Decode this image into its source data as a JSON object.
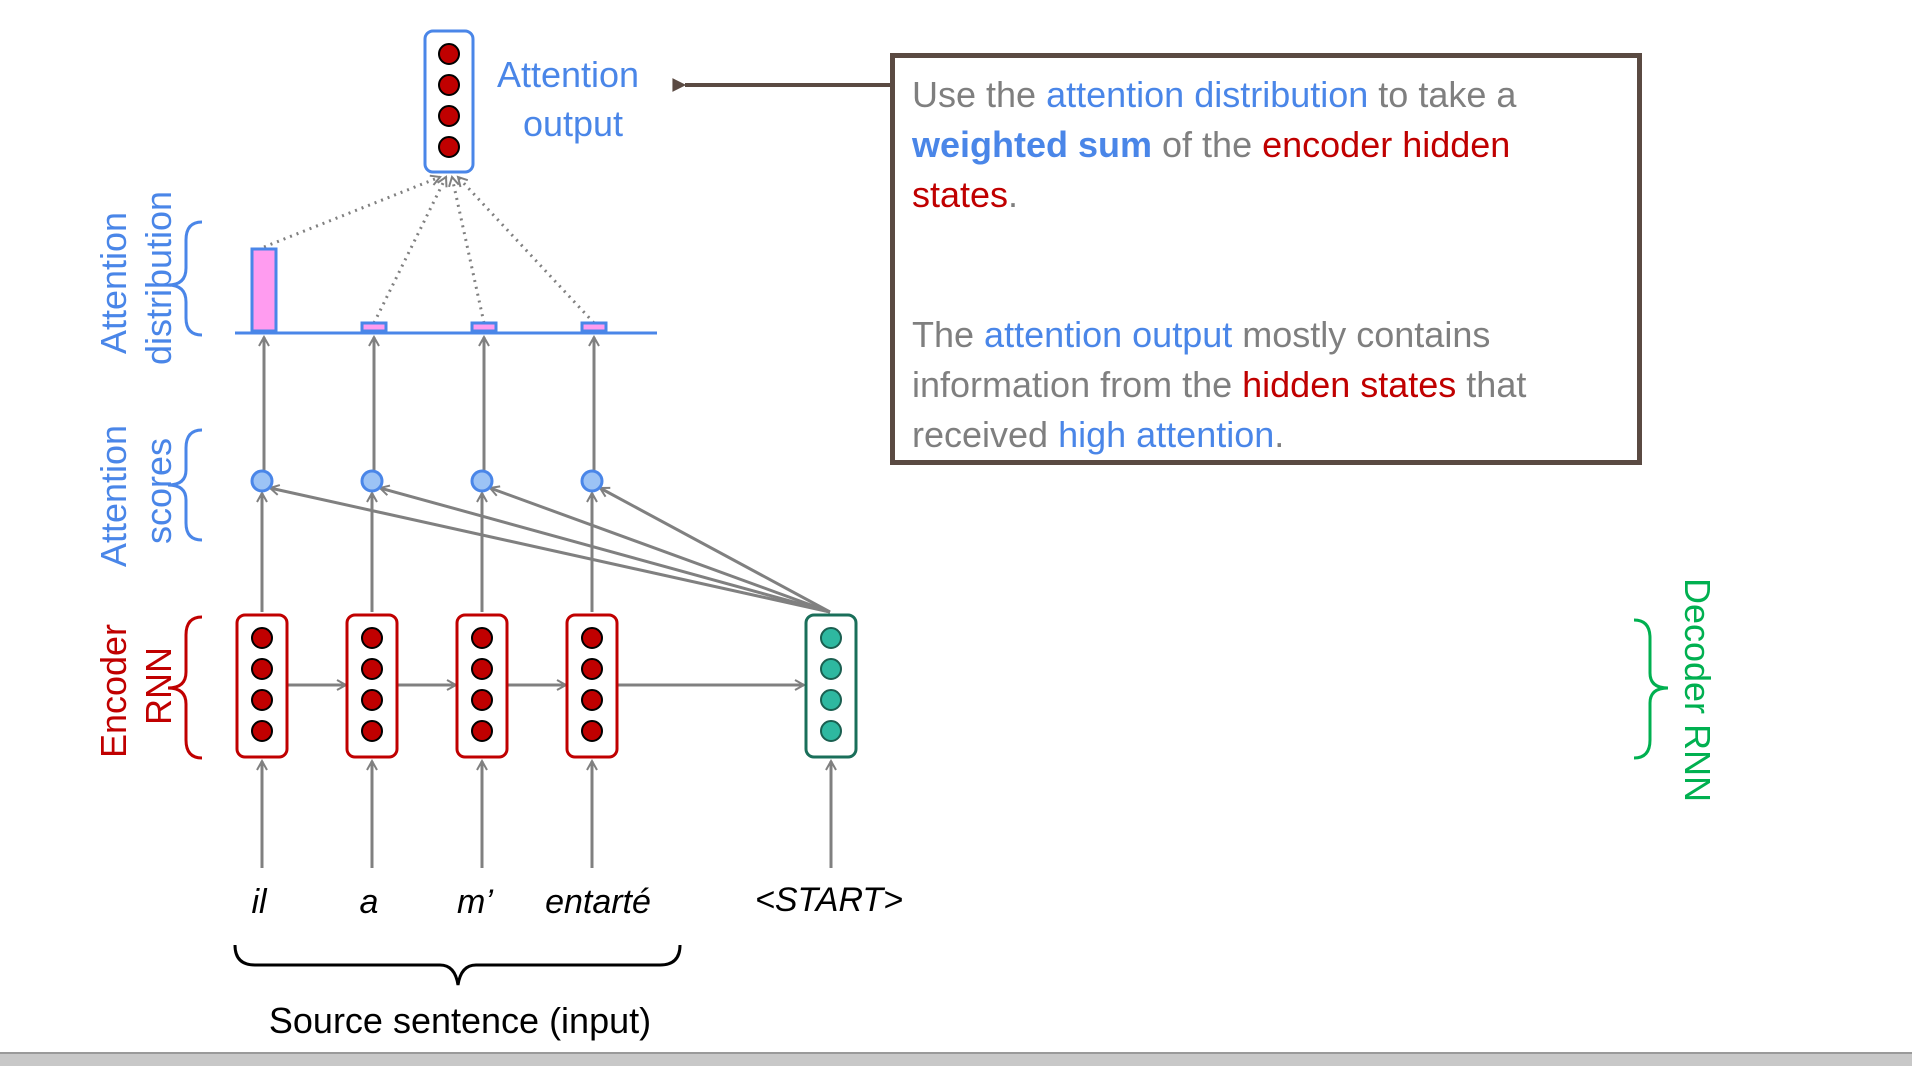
{
  "labels": {
    "attention_output": [
      "Attention",
      "output"
    ],
    "attention_distribution": [
      "Attention",
      "distribution"
    ],
    "attention_scores": [
      "Attention",
      "scores"
    ],
    "encoder_rnn": [
      "Encoder",
      "RNN"
    ],
    "decoder_rnn": "Decoder RNN",
    "source_sentence": "Source sentence (input)"
  },
  "source_words": [
    "il",
    "a",
    "m’",
    "entarté"
  ],
  "decoder_input": "<START>",
  "callout": {
    "p1": {
      "s1": "Use the ",
      "s2": "attention distribution",
      "s3": " to take a ",
      "s4": "weighted sum",
      "s5": " of the ",
      "s6": "encoder hidden states",
      "s7": "."
    },
    "p2": {
      "s1": "The ",
      "s2": "attention output",
      "s3": " mostly contains information from the ",
      "s4": "hidden states",
      "s5": " that received ",
      "s6": "high attention",
      "s7": "."
    }
  },
  "attention_weights": [
    0.82,
    0.06,
    0.06,
    0.06
  ],
  "colors": {
    "blue": "#4a86e8",
    "red": "#c00000",
    "green": "#00b050",
    "gray_text": "#7f7f7f",
    "encoder_node": "#c00000",
    "decoder_node": "#2eb8a0",
    "score_node": "#9cc3f5",
    "bar_fill": "#ff9cf0"
  }
}
